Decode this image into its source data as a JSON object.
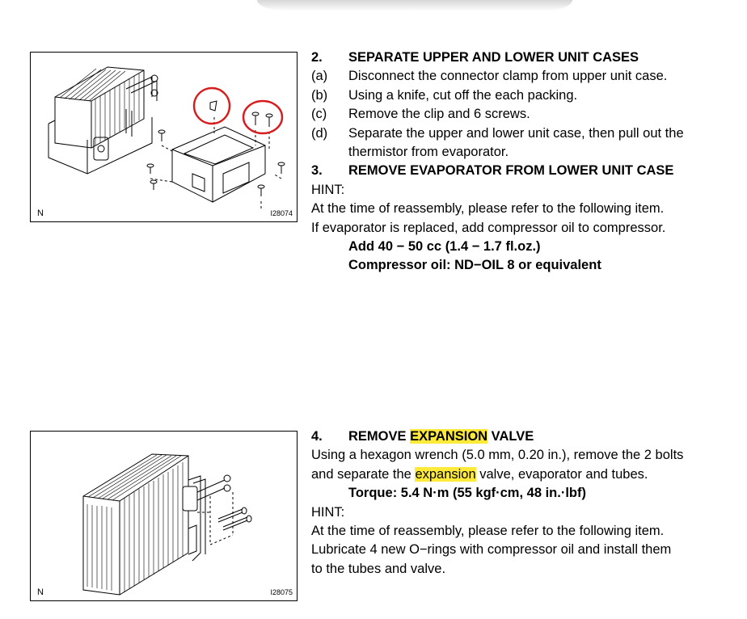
{
  "section1": {
    "figure": {
      "n": "N",
      "code": "I28074"
    },
    "step2": {
      "num": "2.",
      "title": "SEPARATE UPPER AND LOWER UNIT CASES",
      "items": [
        {
          "label": "(a)",
          "text": "Disconnect the connector clamp from upper unit case."
        },
        {
          "label": "(b)",
          "text": "Using a knife, cut off the each packing."
        },
        {
          "label": "(c)",
          "text": "Remove the clip and 6 screws."
        },
        {
          "label": "(d)",
          "text": "Separate the upper and lower unit case, then pull out the",
          "cont": "thermistor from evaporator."
        }
      ]
    },
    "step3": {
      "num": "3.",
      "title": "REMOVE EVAPORATOR FROM LOWER UNIT CASE",
      "hint": "HINT:",
      "lines": [
        "At the time of reassembly, please refer to the following item.",
        "If evaporator is replaced, add compressor oil to compressor."
      ],
      "spec1": "Add 40 − 50 cc (1.4 − 1.7 fl.oz.)",
      "spec2": "Compressor oil: ND−OIL 8 or equivalent"
    }
  },
  "section2": {
    "figure": {
      "n": "N",
      "code": "I28075"
    },
    "step4": {
      "num": "4.",
      "title_pre": "REMOVE ",
      "title_hl": "EXPANSION",
      "title_post": " VALVE",
      "line1": "Using a hexagon wrench (5.0 mm, 0.20 in.), remove the 2 bolts",
      "line2_pre": "and separate the ",
      "line2_hl": "expansion",
      "line2_post": " valve, evaporator and tubes.",
      "torque": "Torque: 5.4 N·m (55 kgf·cm, 48 in.·lbf)",
      "hint": "HINT:",
      "lines": [
        "At the time of reassembly, please refer to the following item.",
        "Lubricate 4 new O−rings with compressor oil and install them",
        "to the tubes and valve."
      ]
    }
  }
}
